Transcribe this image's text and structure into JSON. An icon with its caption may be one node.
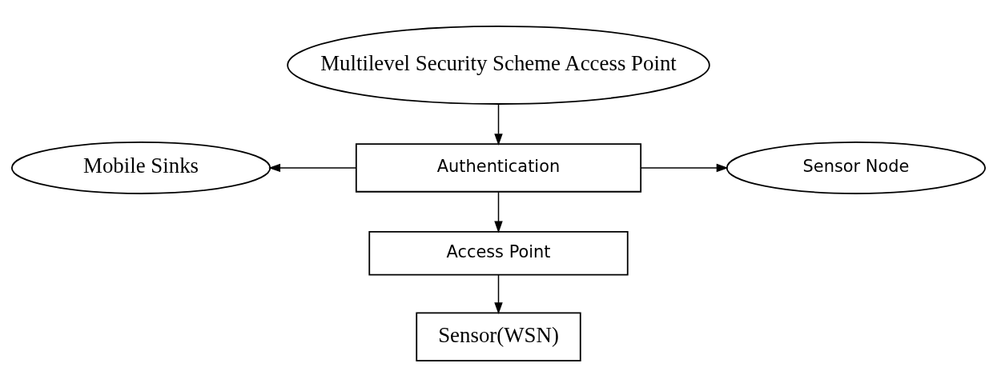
{
  "diagram": {
    "nodes": [
      {
        "text": [
          "Multilevel Security Scheme Access Point"
        ]
      },
      {
        "text": [
          "Authentication"
        ]
      },
      {
        "text": [
          "Mobile Sinks"
        ]
      },
      {
        "text": [
          "Sensor Node"
        ]
      },
      {
        "text": [
          "Access Point"
        ]
      },
      {
        "text": [
          "Sensor(WSN)"
        ]
      }
    ],
    "edges": [
      {
        "from": 0,
        "to": 1,
        "arrow": "to"
      },
      {
        "from": 1,
        "to": 2,
        "arrow": "to"
      },
      {
        "from": 1,
        "to": 3,
        "arrow": "to"
      },
      {
        "from": 1,
        "to": 4,
        "arrow": "to"
      },
      {
        "from": 4,
        "to": 5,
        "arrow": "to"
      }
    ]
  }
}
